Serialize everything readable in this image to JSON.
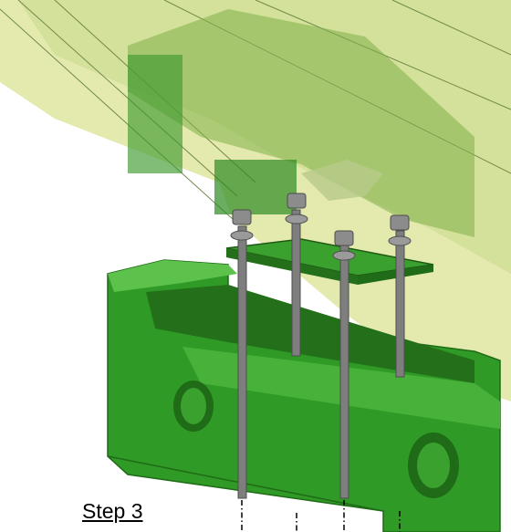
{
  "caption": {
    "step": "Step 3"
  },
  "colors": {
    "background": "#ffffff",
    "translucent_panel": "#e4e8a8",
    "frame_green": "#2f9a25",
    "frame_dark": "#1f6b17",
    "frame_light": "#5cc24c",
    "bolt_metal": "#7e7e7e",
    "bolt_dark": "#4d4d4d",
    "plate_green": "#3aa02e"
  },
  "parts": [
    "upper-hopper-panel",
    "lower-frame",
    "mounting-plate",
    "bolt",
    "bolt",
    "bolt",
    "bolt"
  ]
}
